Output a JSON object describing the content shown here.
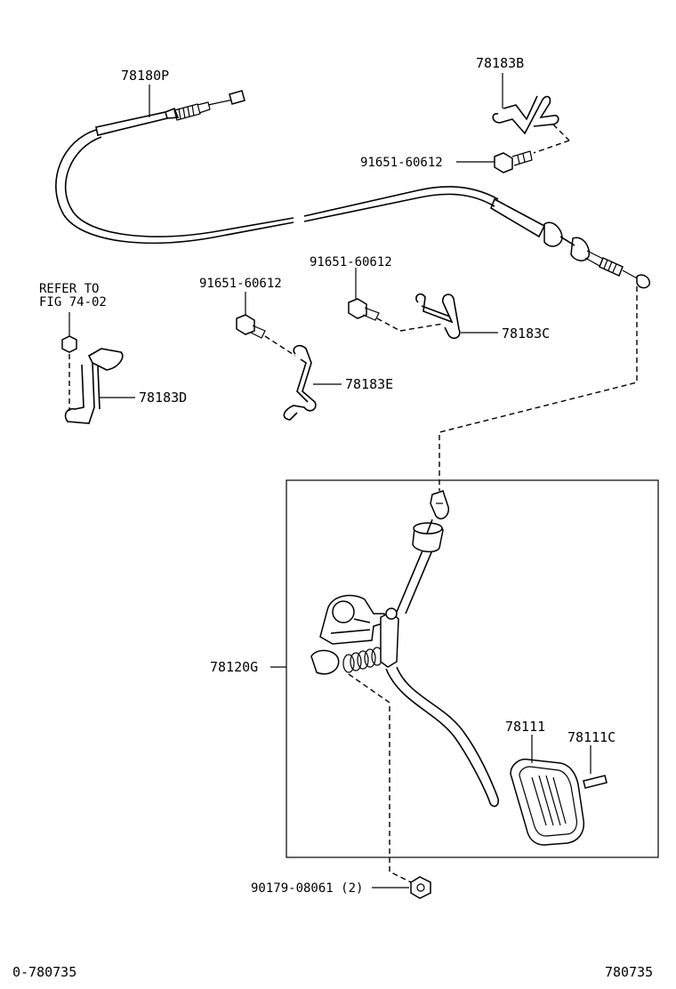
{
  "labels": {
    "cable": "78180P",
    "bracket_top": "78183B",
    "bolt_top": "91651-60612",
    "bolt_mid_right": "91651-60612",
    "bolt_mid_left": "91651-60612",
    "clamp_c": "78183C",
    "clamp_e": "78183E",
    "bracket_d": "78183D",
    "refer_line1": "REFER TO",
    "refer_line2": "FIG 74-02",
    "pedal_assy": "78120G",
    "pad": "78111",
    "pin": "78111C",
    "nut": "90179-08061 (2)"
  },
  "footer": {
    "left_code": "0-780735",
    "right_code": "780735"
  }
}
